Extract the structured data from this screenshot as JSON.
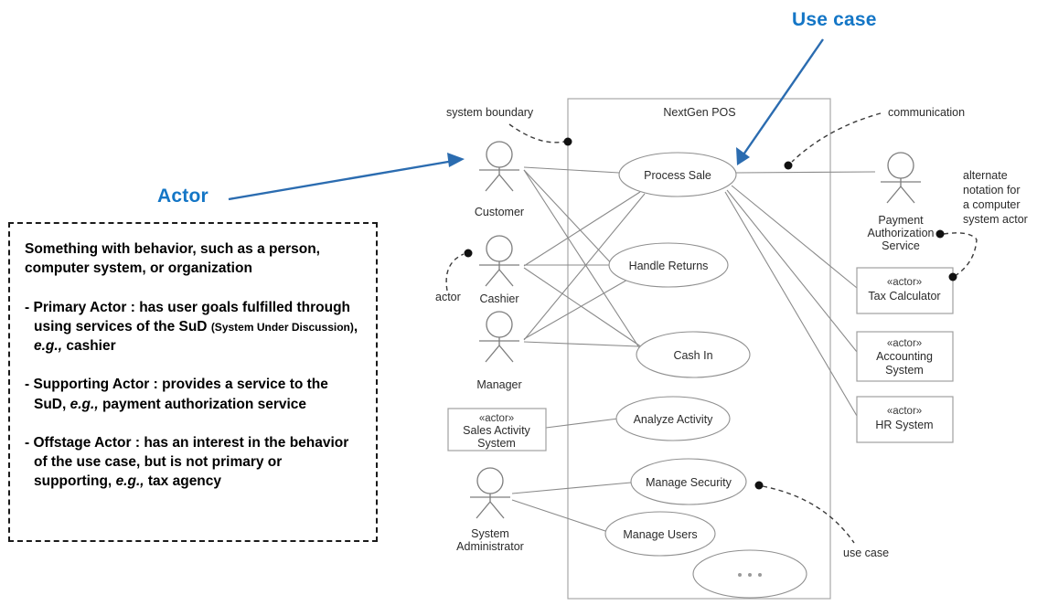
{
  "callouts": {
    "use_case": "Use case",
    "actor": "Actor",
    "color": "#1476c6"
  },
  "definition_panel": {
    "lead": "Something with behavior, such as a person, computer system, or organization",
    "items": [
      {
        "bullet": "-",
        "title": "Primary Actor :",
        "text": "has user goals fulfilled through using services of the SuD",
        "parenthetical": "(System Under Discussion)",
        "separator": ",",
        "eg": "e.g.,",
        "example": "cashier"
      },
      {
        "bullet": "-",
        "title": "Supporting Actor :",
        "text": "provides a service to the SuD,",
        "eg": "e.g.,",
        "example": "payment authorization service"
      },
      {
        "bullet": "-",
        "title": "Offstage Actor :",
        "text": "has an interest in the behavior of the use case, but is not primary or supporting,",
        "eg": "e.g.,",
        "example": "tax agency"
      }
    ]
  },
  "diagram": {
    "boundary_title": "NextGen POS",
    "annotations": {
      "system_boundary": "system boundary",
      "actor": "actor",
      "communication": "communication",
      "use_case": "use case",
      "alternate_notation": [
        "alternate",
        "notation for",
        "a computer",
        "system actor"
      ]
    },
    "stereotype": "«actor»",
    "left_actors": [
      {
        "name": "Customer"
      },
      {
        "name": "Cashier"
      },
      {
        "name": "Manager"
      },
      {
        "name": "System Administrator",
        "lines": [
          "System",
          "Administrator"
        ]
      }
    ],
    "left_actor_boxes": [
      {
        "stereotype": "«actor»",
        "lines": [
          "Sales Activity",
          "System"
        ]
      }
    ],
    "right_actors": [
      {
        "name": "Payment Authorization Service",
        "lines": [
          "Payment",
          "Authorization",
          "Service"
        ]
      }
    ],
    "right_actor_boxes": [
      {
        "stereotype": "«actor»",
        "lines": [
          "Tax Calculator"
        ]
      },
      {
        "stereotype": "«actor»",
        "lines": [
          "Accounting",
          "System"
        ]
      },
      {
        "stereotype": "«actor»",
        "lines": [
          "HR System"
        ]
      }
    ],
    "use_cases": [
      {
        "name": "Process Sale"
      },
      {
        "name": "Handle Returns"
      },
      {
        "name": "Cash In"
      },
      {
        "name": "Analyze Activity"
      },
      {
        "name": "Manage Security"
      },
      {
        "name": "Manage Users"
      },
      {
        "name": "..."
      }
    ]
  }
}
